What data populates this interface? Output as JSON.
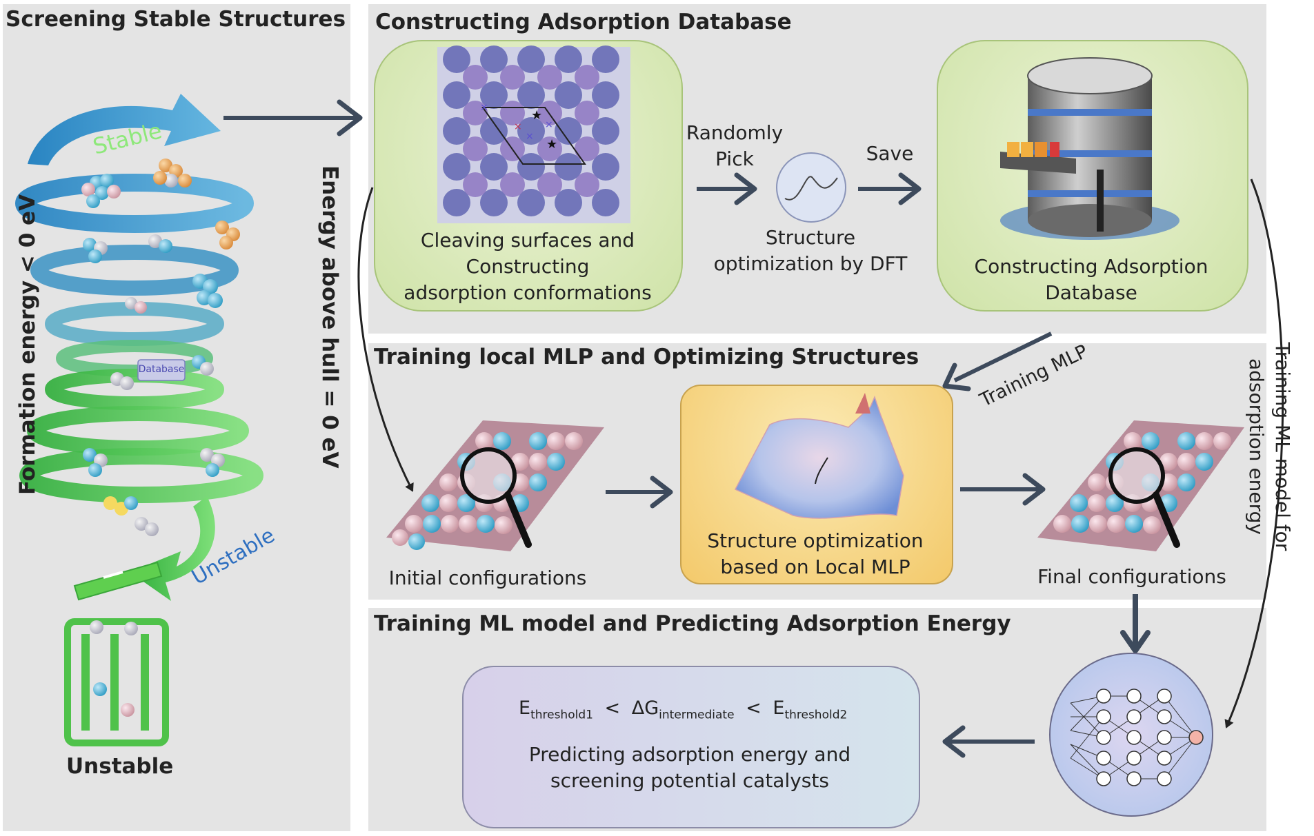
{
  "panels": {
    "screening_title": "Screening Stable Structures",
    "adsorption_title": "Constructing Adsorption Database",
    "training_local_title": "Training local MLP and Optimizing Structures",
    "predicting_title": "Training ML model and Predicting Adsorption Energy"
  },
  "left": {
    "formation_energy": "Formation energy < 0 eV",
    "energy_above_hull": "Energy above hull = 0 eV",
    "stable": "Stable",
    "unstable_arrow": "Unstable",
    "database_tag": "Database",
    "unstable_bin": "Unstable"
  },
  "top_row": {
    "cleaving_line1": "Cleaving surfaces and",
    "cleaving_line2": "Constructing",
    "cleaving_line3": "adsorption conformations",
    "randomly_pick_line1": "Randomly",
    "randomly_pick_line2": "Pick",
    "save": "Save",
    "dft_line1": "Structure",
    "dft_line2": "optimization by DFT",
    "database_line1": "Constructing Adsorption",
    "database_line2": "Database"
  },
  "middle_row": {
    "training_mlp": "Training MLP",
    "initial_configs": "Initial configurations",
    "opt_line1": "Structure optimization",
    "opt_line2": "based on Local MLP",
    "final_configs": "Final configurations"
  },
  "right_side": {
    "training_ml_line1": "Training ML model for",
    "training_ml_line2": "adsorption energy"
  },
  "bottom_row": {
    "formula_e1": "E",
    "formula_sub1": "threshold1",
    "formula_lt1": "<",
    "formula_dg": "ΔG",
    "formula_sub2": "intermediate",
    "formula_lt2": "<",
    "formula_e2": "E",
    "formula_sub3": "threshold2",
    "predict_line1": "Predicting adsorption energy and",
    "predict_line2": "screening potential catalysts"
  },
  "colors": {
    "panel_bg": "#e4e4e4",
    "green_box": "#d7e7b4",
    "orange_box": "#f7d98a",
    "lilac_box": "#d9d4ec",
    "arrow": "#3d4a5c",
    "spiral_blue": "#3a8fc8",
    "spiral_green": "#4cc24a"
  }
}
